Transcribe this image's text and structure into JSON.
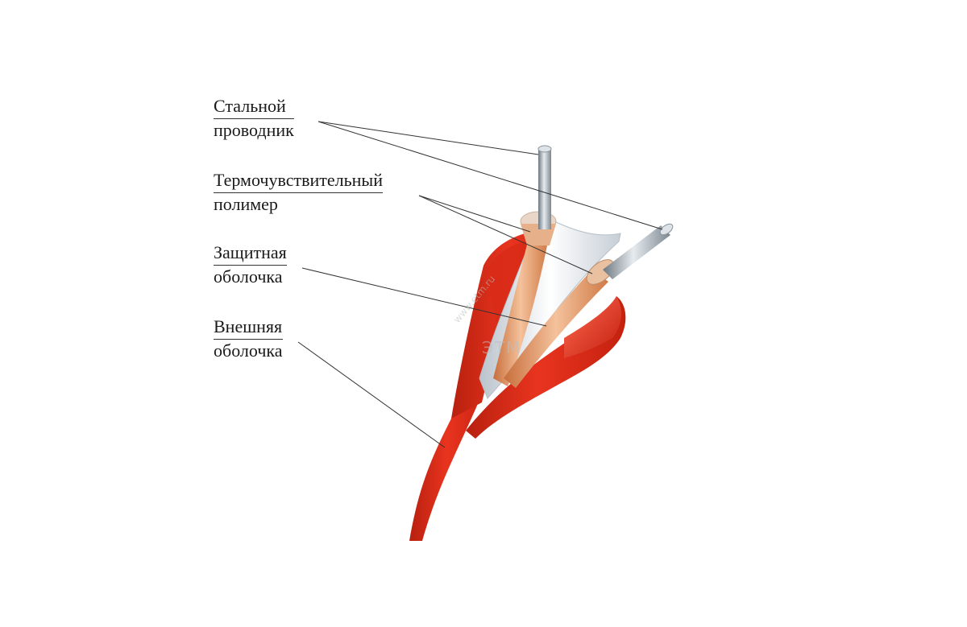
{
  "labels": {
    "steel_conductor": {
      "line1": "Стальной",
      "line2": "проводник"
    },
    "thermo_polymer": {
      "line1": "Термочувствительный",
      "line2": "полимер"
    },
    "protective_sheath": {
      "line1": "Защитная",
      "line2": "оболочка"
    },
    "outer_sheath": {
      "line1": "Внешняя",
      "line2": "оболочка"
    }
  },
  "watermark": {
    "brand": "ЭТМ",
    "url": "www.etm.ru"
  },
  "colors": {
    "outer_sheath": "#e0301e",
    "outer_sheath_dark": "#a81a10",
    "polymer": "#e8a070",
    "protective": "#e8edf2",
    "steel": "#aab4bd"
  }
}
